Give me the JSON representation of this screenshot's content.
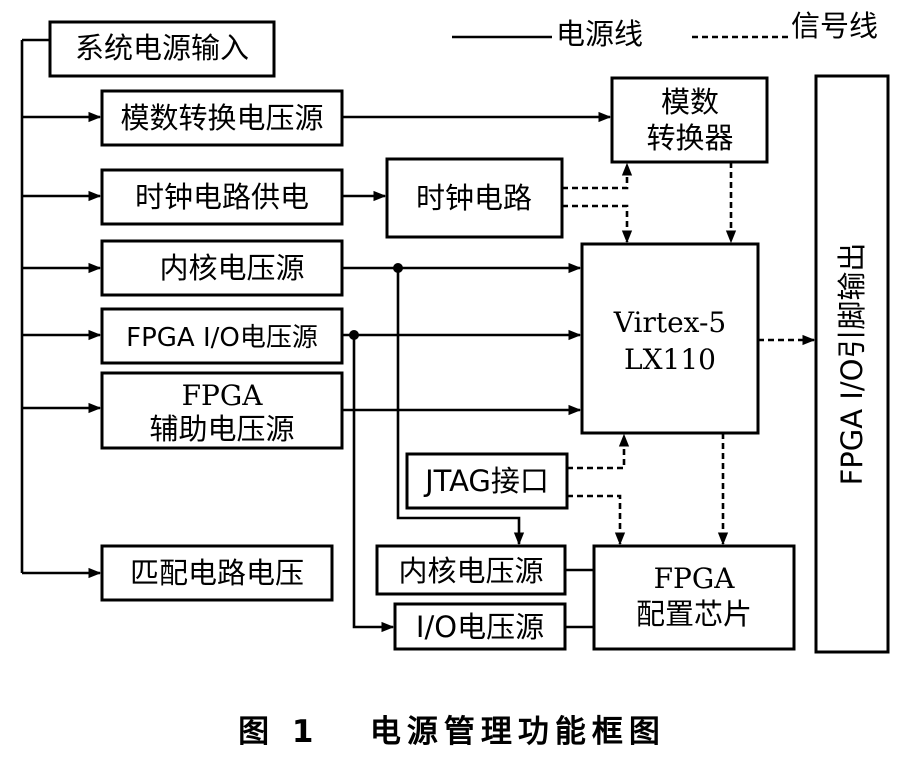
{
  "legend": {
    "power_line": "电源线",
    "signal_line": "信号线"
  },
  "blocks": {
    "system_input": "系统电源输入",
    "adc_supply": "模数转换电压源",
    "clock_supply": "时钟电路供电",
    "clock_circuit": "时钟电路",
    "core_supply": "内核电压源",
    "fpga_io_supply": "FPGA I/O电压源",
    "fpga_aux_line1": "FPGA",
    "fpga_aux_line2": "辅助电压源",
    "match_supply": "匹配电路电压",
    "adc_line1": "模数",
    "adc_line2": "转换器",
    "fpga_line1": "Virtex-5",
    "fpga_line2": "LX110",
    "jtag": "JTAG接口",
    "config_core_supply": "内核电压源",
    "config_io_supply": "I/O电压源",
    "config_chip_line1": "FPGA",
    "config_chip_line2": "配置芯片",
    "io_output": "FPGA I/O引脚输出"
  },
  "caption": "图 1   电源管理功能框图"
}
